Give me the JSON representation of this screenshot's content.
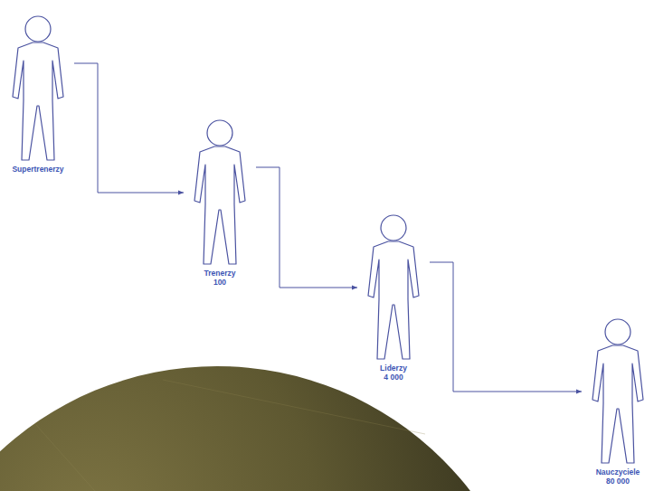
{
  "diagram": {
    "nodes": [
      {
        "text": [
          "Supertrenerzy"
        ]
      },
      {
        "text": [
          "Trenerzy",
          "100"
        ]
      },
      {
        "text": [
          "Liderzy",
          "4 000"
        ]
      },
      {
        "text": [
          "Nauczyciele",
          "80 000"
        ]
      }
    ],
    "edges": [
      {
        "from": 0,
        "to": 1,
        "arrow": "to"
      },
      {
        "from": 1,
        "to": 2,
        "arrow": "to"
      },
      {
        "from": 2,
        "to": 3,
        "arrow": "to"
      }
    ]
  }
}
